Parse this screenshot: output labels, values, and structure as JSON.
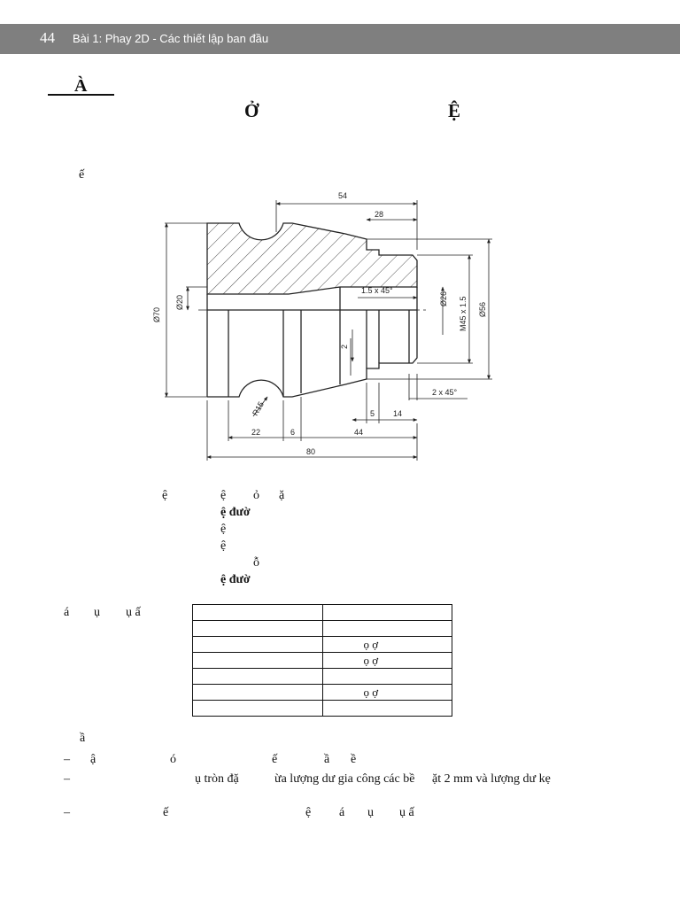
{
  "header": {
    "page_number": "44",
    "title": "Bài 1: Phay 2D - Các thiết lập ban đầu"
  },
  "section": {
    "mark": "À",
    "title_left": "Ở",
    "title_right": "Ệ"
  },
  "intro_line": "ế",
  "drawing": {
    "dims": {
      "d54": "54",
      "d28": "28",
      "d70": "Ø70",
      "d20": "Ø20",
      "chamfer1": "1.5 x 45°",
      "d26": "Ø26",
      "m45": "M45 x 1.5",
      "d56": "Ø56",
      "d2": "2",
      "chamfer2": "2 x 45°",
      "r15": "R15",
      "d5": "5",
      "d14": "14",
      "d22": "22",
      "d6": "6",
      "d44": "44",
      "d80": "80"
    }
  },
  "requirements": {
    "line1_a": "ệ",
    "line1_b": "ệ",
    "line1_c": "ỏ",
    "line1_d": "ặ",
    "line2": "ệ  đườ",
    "line3": "ệ",
    "line4": "ệ",
    "line5": "ỗ",
    "line6": "ệ  đườ"
  },
  "table_label": {
    "a": "á",
    "b": "ụ",
    "c": "ụ ấ"
  },
  "table_rows": [
    {
      "c1": "",
      "c2": ""
    },
    {
      "c1": "",
      "c2": ""
    },
    {
      "c1": "",
      "c2": "ọ    ợ"
    },
    {
      "c1": "",
      "c2": "ọ    ợ"
    },
    {
      "c1": "",
      "c2": ""
    },
    {
      "c1": "",
      "c2": "ọ    ợ"
    },
    {
      "c1": "",
      "c2": ""
    }
  ],
  "notes": {
    "heading": "ầ",
    "dash": "–",
    "n1_a": "ậ",
    "n1_b": "ó",
    "n1_c": "ế",
    "n1_d": "ầ",
    "n1_e": "ề",
    "n2_a": "ụ tròn đặ",
    "n2_b": "ừa lượng dư gia công các bề",
    "n2_c": "ặt 2 mm và lượng dư kẹ",
    "n3_a": "ế",
    "n3_b": "ệ",
    "n3_c": "á",
    "n3_d": "ụ",
    "n3_e": "ụ ấ"
  }
}
